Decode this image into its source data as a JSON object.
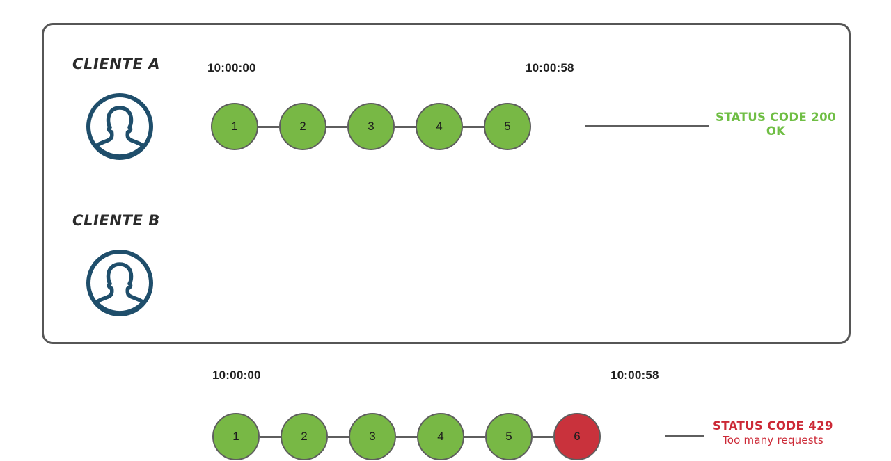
{
  "diagram": {
    "title": "Rate limiting per-client request chain",
    "frame": {
      "border_color": "#565656"
    },
    "colors": {
      "node_ok": "#78B845",
      "node_error": "#C9323C",
      "node_stroke": "#5E5E5E",
      "avatar": "#1F4E6B",
      "status_ok_text": "#6FBE44",
      "status_error_text": "#CC2936"
    },
    "rows": [
      {
        "id": "cliente-a",
        "client_label": "CLIENTE A",
        "avatar_icon": "user-avatar-icon",
        "time_start": "10:00:00",
        "time_end": "10:00:58",
        "nodes": [
          {
            "label": "1",
            "state": "ok"
          },
          {
            "label": "2",
            "state": "ok"
          },
          {
            "label": "3",
            "state": "ok"
          },
          {
            "label": "4",
            "state": "ok"
          },
          {
            "label": "5",
            "state": "ok"
          }
        ],
        "status_code": "STATUS CODE 200",
        "status_message": "OK"
      },
      {
        "id": "cliente-b",
        "client_label": "CLIENTE B",
        "avatar_icon": "user-avatar-icon",
        "time_start": "10:00:00",
        "time_end": "10:00:58",
        "nodes": [
          {
            "label": "1",
            "state": "ok"
          },
          {
            "label": "2",
            "state": "ok"
          },
          {
            "label": "3",
            "state": "ok"
          },
          {
            "label": "4",
            "state": "ok"
          },
          {
            "label": "5",
            "state": "ok"
          },
          {
            "label": "6",
            "state": "error"
          }
        ],
        "status_code": "STATUS CODE 429",
        "status_message": "Too many requests"
      }
    ]
  }
}
